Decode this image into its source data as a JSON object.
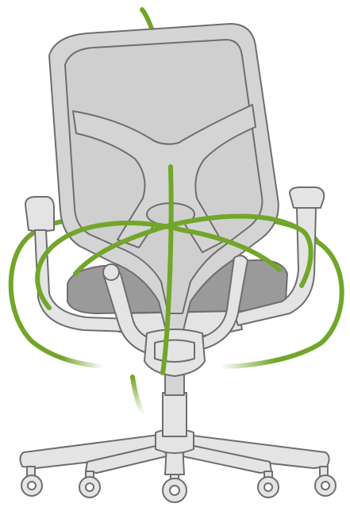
{
  "colors": {
    "background": "#ffffff",
    "chair_fill": "#d4d4d4",
    "mesh_fill": "#cfcfcf",
    "chair_stroke": "#6e6e6e",
    "seat_dark": "#9a9a9a",
    "frame_light": "#e4e4e4",
    "motion_green": "#72a62a"
  },
  "illustration": {
    "subject": "office-chair",
    "view": "rear",
    "motion_arrows": [
      "vertical-rotation-arc",
      "horizontal-rotation-ellipse-1",
      "horizontal-rotation-ellipse-2"
    ]
  }
}
